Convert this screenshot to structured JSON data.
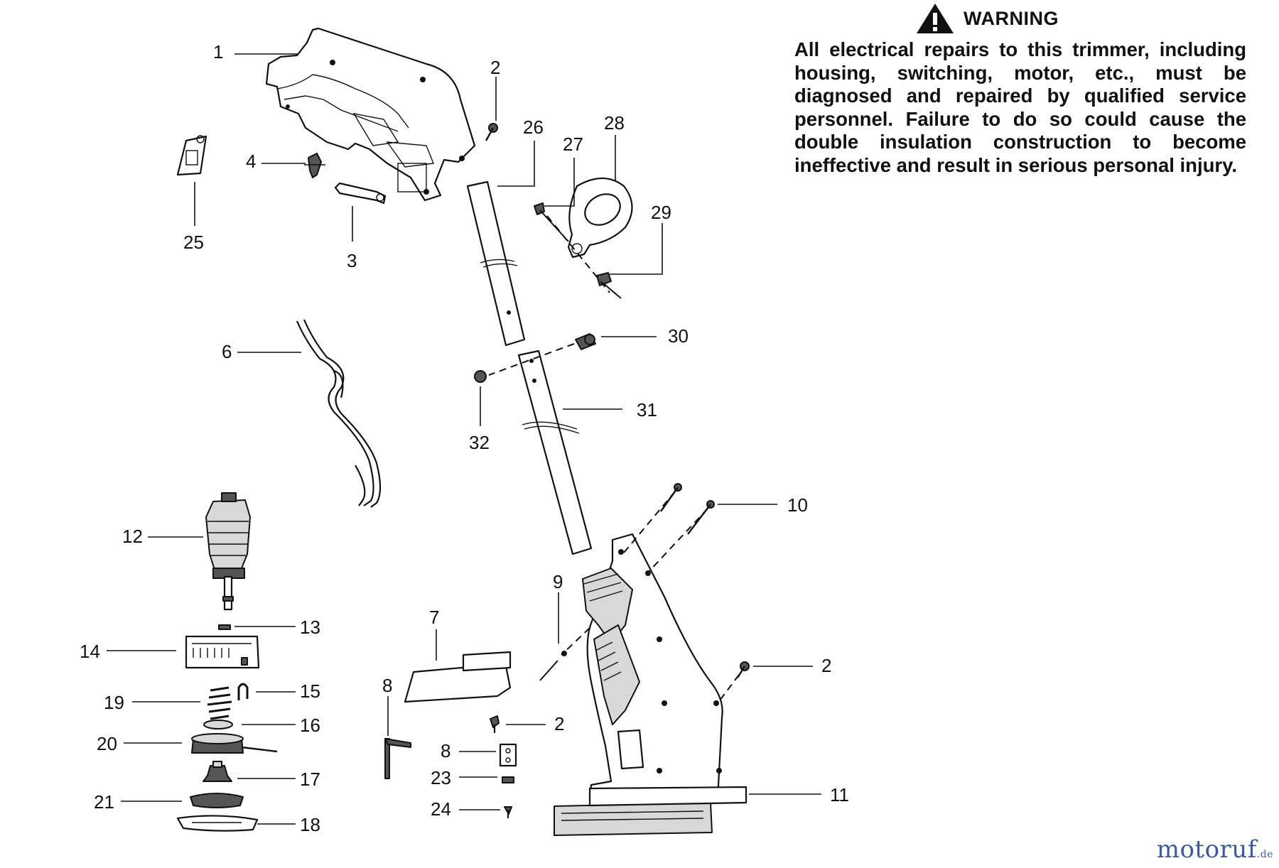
{
  "warning": {
    "title": "WARNING",
    "icon": "warning-triangle-icon",
    "text": "All electrical repairs to this trimmer, including housing, switching, motor, etc., must be diagnosed and repaired by qualified service personnel. Failure to do so could cause the double insulation construction to become ineffective and result in serious personal injury."
  },
  "watermark": {
    "name": "motoruf",
    "tld": ".de",
    "color": "#3a5aa8"
  },
  "callouts": {
    "c1": "1",
    "c2a": "2",
    "c2b": "2",
    "c2c": "2",
    "c3": "3",
    "c4": "4",
    "c6": "6",
    "c7": "7",
    "c8a": "8",
    "c8b": "8",
    "c9": "9",
    "c10": "10",
    "c11": "11",
    "c12": "12",
    "c13": "13",
    "c14": "14",
    "c15": "15",
    "c16": "16",
    "c17": "17",
    "c18": "18",
    "c19": "19",
    "c20": "20",
    "c21": "21",
    "c23": "23",
    "c24": "24",
    "c25": "25",
    "c26": "26",
    "c27": "27",
    "c28": "28",
    "c29": "29",
    "c30": "30",
    "c31": "31",
    "c32": "32"
  }
}
